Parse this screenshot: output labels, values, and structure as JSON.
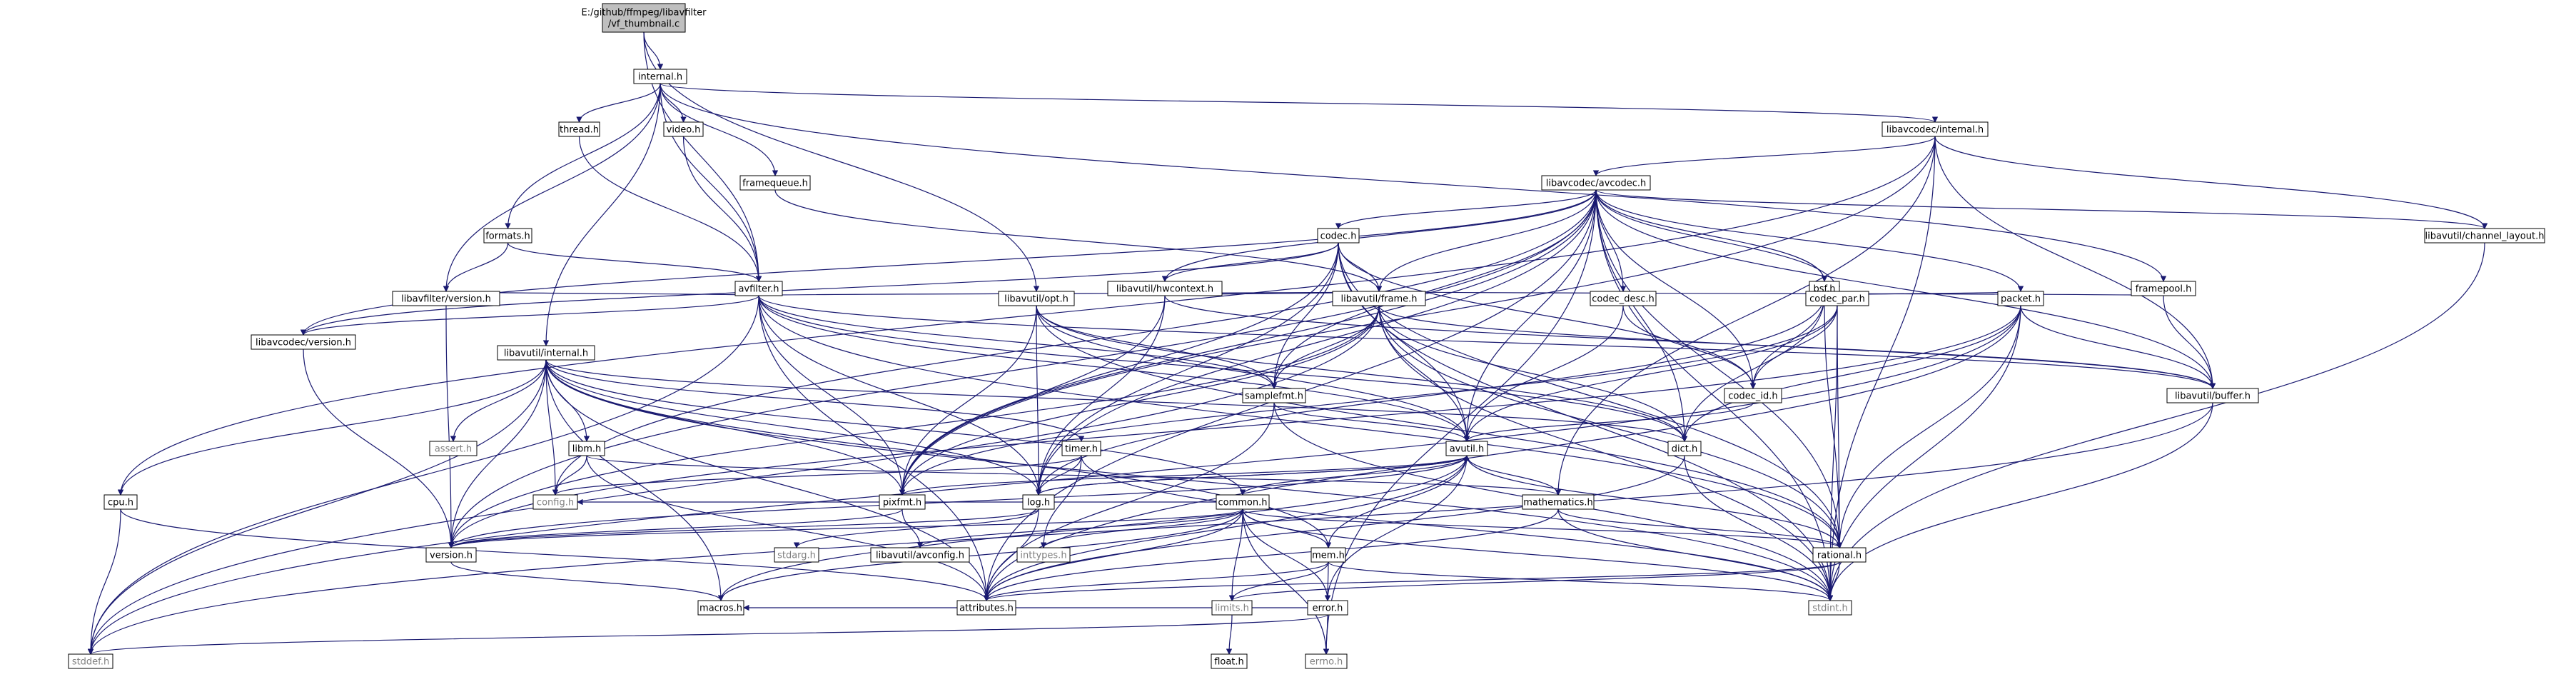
{
  "colors": {
    "edge": "#191970",
    "node_fill": "#ffffff",
    "node_stroke": "#000000",
    "node_text": "#000000",
    "root_fill": "#bfbfbf",
    "grey_stroke": "#bfbfbf",
    "grey_text": "#808080",
    "red_stroke": "#ff0000"
  },
  "nodes": [
    {
      "id": "root",
      "label": "E:/github/ffmpeg/libavfilter\n/vf_thumbnail.c",
      "style": "root"
    },
    {
      "id": "internal_h",
      "label": "internal.h",
      "style": "normal"
    },
    {
      "id": "thread_h",
      "label": "thread.h",
      "style": "normal"
    },
    {
      "id": "video_h",
      "label": "video.h",
      "style": "normal"
    },
    {
      "id": "framequeue_h",
      "label": "framequeue.h",
      "style": "normal"
    },
    {
      "id": "formats_h",
      "label": "formats.h",
      "style": "normal"
    },
    {
      "id": "avfilter_h",
      "label": "avfilter.h",
      "style": "normal"
    },
    {
      "id": "libavfilter_version_h",
      "label": "libavfilter/version.h",
      "style": "normal"
    },
    {
      "id": "libavcodec_internal_h",
      "label": "libavcodec/internal.h",
      "style": "normal"
    },
    {
      "id": "libavcodec_avcodec_h",
      "label": "libavcodec/avcodec.h",
      "style": "normal"
    },
    {
      "id": "codec_h",
      "label": "codec.h",
      "style": "normal"
    },
    {
      "id": "libavutil_hwcontext_h",
      "label": "libavutil/hwcontext.h",
      "style": "normal"
    },
    {
      "id": "libavutil_channel_layout_h",
      "label": "libavutil/channel_layout.h",
      "style": "normal"
    },
    {
      "id": "framepool_h",
      "label": "framepool.h",
      "style": "normal"
    },
    {
      "id": "bsf_h",
      "label": "bsf.h",
      "style": "normal"
    },
    {
      "id": "libavutil_opt_h",
      "label": "libavutil/opt.h",
      "style": "normal"
    },
    {
      "id": "libavutil_frame_h",
      "label": "libavutil/frame.h",
      "style": "normal"
    },
    {
      "id": "codec_desc_h",
      "label": "codec_desc.h",
      "style": "normal"
    },
    {
      "id": "codec_par_h",
      "label": "codec_par.h",
      "style": "normal"
    },
    {
      "id": "packet_h",
      "label": "packet.h",
      "style": "normal"
    },
    {
      "id": "libavcodec_version_h",
      "label": "libavcodec/version.h",
      "style": "normal"
    },
    {
      "id": "libavutil_internal_h",
      "label": "libavutil/internal.h",
      "style": "normal"
    },
    {
      "id": "samplefmt_h",
      "label": "samplefmt.h",
      "style": "normal"
    },
    {
      "id": "codec_id_h",
      "label": "codec_id.h",
      "style": "normal"
    },
    {
      "id": "libavutil_buffer_h",
      "label": "libavutil/buffer.h",
      "style": "normal"
    },
    {
      "id": "assert_h",
      "label": "assert.h",
      "style": "grey"
    },
    {
      "id": "libm_h",
      "label": "libm.h",
      "style": "red"
    },
    {
      "id": "timer_h",
      "label": "timer.h",
      "style": "red"
    },
    {
      "id": "avutil_h",
      "label": "avutil.h",
      "style": "normal"
    },
    {
      "id": "dict_h",
      "label": "dict.h",
      "style": "normal"
    },
    {
      "id": "cpu_h",
      "label": "cpu.h",
      "style": "normal"
    },
    {
      "id": "config_h",
      "label": "config.h",
      "style": "grey"
    },
    {
      "id": "pixfmt_h",
      "label": "pixfmt.h",
      "style": "normal"
    },
    {
      "id": "log_h",
      "label": "log.h",
      "style": "normal"
    },
    {
      "id": "common_h",
      "label": "common.h",
      "style": "red"
    },
    {
      "id": "mathematics_h",
      "label": "mathematics.h",
      "style": "red"
    },
    {
      "id": "version_h",
      "label": "version.h",
      "style": "normal"
    },
    {
      "id": "stdarg_h",
      "label": "stdarg.h",
      "style": "grey"
    },
    {
      "id": "libavutil_avconfig_h",
      "label": "libavutil/avconfig.h",
      "style": "normal"
    },
    {
      "id": "inttypes_h",
      "label": "inttypes.h",
      "style": "grey"
    },
    {
      "id": "mem_h",
      "label": "mem.h",
      "style": "normal"
    },
    {
      "id": "rational_h",
      "label": "rational.h",
      "style": "normal"
    },
    {
      "id": "macros_h",
      "label": "macros.h",
      "style": "normal"
    },
    {
      "id": "attributes_h",
      "label": "attributes.h",
      "style": "normal"
    },
    {
      "id": "limits_h",
      "label": "limits.h",
      "style": "grey"
    },
    {
      "id": "error_h",
      "label": "error.h",
      "style": "normal"
    },
    {
      "id": "stdint_h",
      "label": "stdint.h",
      "style": "grey"
    },
    {
      "id": "stddef_h",
      "label": "stddef.h",
      "style": "grey"
    },
    {
      "id": "float_h",
      "label": "float.h",
      "style": "normal"
    },
    {
      "id": "errno_h",
      "label": "errno.h",
      "style": "grey"
    }
  ],
  "edges": [
    [
      "root",
      "internal_h"
    ],
    [
      "root",
      "avfilter_h"
    ],
    [
      "root",
      "libavutil_opt_h"
    ],
    [
      "internal_h",
      "thread_h"
    ],
    [
      "internal_h",
      "video_h"
    ],
    [
      "internal_h",
      "framequeue_h"
    ],
    [
      "internal_h",
      "formats_h"
    ],
    [
      "internal_h",
      "avfilter_h"
    ],
    [
      "internal_h",
      "libavfilter_version_h"
    ],
    [
      "internal_h",
      "libavcodec_internal_h"
    ],
    [
      "internal_h",
      "libavutil_internal_h"
    ],
    [
      "internal_h",
      "framepool_h"
    ],
    [
      "thread_h",
      "avfilter_h"
    ],
    [
      "video_h",
      "avfilter_h"
    ],
    [
      "framequeue_h",
      "libavutil_frame_h"
    ],
    [
      "formats_h",
      "avfilter_h"
    ],
    [
      "formats_h",
      "libavfilter_version_h"
    ],
    [
      "avfilter_h",
      "libavfilter_version_h"
    ],
    [
      "avfilter_h",
      "libavcodec_version_h"
    ],
    [
      "avfilter_h",
      "libavutil_frame_h"
    ],
    [
      "avfilter_h",
      "samplefmt_h"
    ],
    [
      "avfilter_h",
      "dict_h"
    ],
    [
      "avfilter_h",
      "avutil_h"
    ],
    [
      "avfilter_h",
      "pixfmt_h"
    ],
    [
      "avfilter_h",
      "log_h"
    ],
    [
      "avfilter_h",
      "rational_h"
    ],
    [
      "avfilter_h",
      "attributes_h"
    ],
    [
      "avfilter_h",
      "stddef_h"
    ],
    [
      "avfilter_h",
      "libavutil_buffer_h"
    ],
    [
      "libavfilter_version_h",
      "version_h"
    ],
    [
      "libavcodec_internal_h",
      "libavcodec_avcodec_h"
    ],
    [
      "libavcodec_internal_h",
      "libavutil_buffer_h"
    ],
    [
      "libavcodec_internal_h",
      "libavutil_channel_layout_h"
    ],
    [
      "libavcodec_internal_h",
      "mathematics_h"
    ],
    [
      "libavcodec_internal_h",
      "pixfmt_h"
    ],
    [
      "libavcodec_internal_h",
      "cpu_h"
    ],
    [
      "libavcodec_internal_h",
      "stdint_h"
    ],
    [
      "libavcodec_avcodec_h",
      "codec_h"
    ],
    [
      "libavcodec_avcodec_h",
      "libavutil_hwcontext_h"
    ],
    [
      "libavcodec_avcodec_h",
      "libavutil_channel_layout_h"
    ],
    [
      "libavcodec_avcodec_h",
      "bsf_h"
    ],
    [
      "libavcodec_avcodec_h",
      "libavutil_frame_h"
    ],
    [
      "libavcodec_avcodec_h",
      "codec_desc_h"
    ],
    [
      "libavcodec_avcodec_h",
      "codec_par_h"
    ],
    [
      "libavcodec_avcodec_h",
      "packet_h"
    ],
    [
      "libavcodec_avcodec_h",
      "libavcodec_version_h"
    ],
    [
      "libavcodec_avcodec_h",
      "samplefmt_h"
    ],
    [
      "libavcodec_avcodec_h",
      "codec_id_h"
    ],
    [
      "libavcodec_avcodec_h",
      "avutil_h"
    ],
    [
      "libavcodec_avcodec_h",
      "dict_h"
    ],
    [
      "libavcodec_avcodec_h",
      "pixfmt_h"
    ],
    [
      "libavcodec_avcodec_h",
      "log_h"
    ],
    [
      "libavcodec_avcodec_h",
      "rational_h"
    ],
    [
      "libavcodec_avcodec_h",
      "attributes_h"
    ],
    [
      "libavcodec_avcodec_h",
      "libavutil_buffer_h"
    ],
    [
      "libavcodec_avcodec_h",
      "errno_h"
    ],
    [
      "libavcodec_avcodec_h",
      "stdint_h"
    ],
    [
      "libavcodec_avcodec_h",
      "config_h"
    ],
    [
      "libavcodec_avcodec_h",
      "version_h"
    ],
    [
      "codec_h",
      "libavutil_hwcontext_h"
    ],
    [
      "codec_h",
      "libavutil_frame_h"
    ],
    [
      "codec_h",
      "samplefmt_h"
    ],
    [
      "codec_h",
      "codec_id_h"
    ],
    [
      "codec_h",
      "avutil_h"
    ],
    [
      "codec_h",
      "log_h"
    ],
    [
      "codec_h",
      "pixfmt_h"
    ],
    [
      "codec_h",
      "rational_h"
    ],
    [
      "codec_h",
      "stdint_h"
    ],
    [
      "codec_h",
      "libavcodec_version_h"
    ],
    [
      "libavutil_hwcontext_h",
      "libavutil_buffer_h"
    ],
    [
      "libavutil_hwcontext_h",
      "libavutil_frame_h"
    ],
    [
      "libavutil_hwcontext_h",
      "log_h"
    ],
    [
      "libavutil_hwcontext_h",
      "pixfmt_h"
    ],
    [
      "libavutil_channel_layout_h",
      "stdint_h"
    ],
    [
      "framepool_h",
      "libavutil_buffer_h"
    ],
    [
      "framepool_h",
      "libavutil_frame_h"
    ],
    [
      "bsf_h",
      "codec_id_h"
    ],
    [
      "bsf_h",
      "codec_par_h"
    ],
    [
      "bsf_h",
      "packet_h"
    ],
    [
      "bsf_h",
      "dict_h"
    ],
    [
      "bsf_h",
      "log_h"
    ],
    [
      "bsf_h",
      "rational_h"
    ],
    [
      "libavutil_opt_h",
      "samplefmt_h"
    ],
    [
      "libavutil_opt_h",
      "dict_h"
    ],
    [
      "libavutil_opt_h",
      "avutil_h"
    ],
    [
      "libavutil_opt_h",
      "pixfmt_h"
    ],
    [
      "libavutil_opt_h",
      "log_h"
    ],
    [
      "libavutil_opt_h",
      "rational_h"
    ],
    [
      "libavutil_frame_h",
      "samplefmt_h"
    ],
    [
      "libavutil_frame_h",
      "dict_h"
    ],
    [
      "libavutil_frame_h",
      "avutil_h"
    ],
    [
      "libavutil_frame_h",
      "pixfmt_h"
    ],
    [
      "libavutil_frame_h",
      "rational_h"
    ],
    [
      "libavutil_frame_h",
      "libavutil_buffer_h"
    ],
    [
      "libavutil_frame_h",
      "stdint_h"
    ],
    [
      "libavutil_frame_h",
      "stddef_h"
    ],
    [
      "libavutil_frame_h",
      "version_h"
    ],
    [
      "codec_desc_h",
      "avutil_h"
    ],
    [
      "codec_desc_h",
      "codec_id_h"
    ],
    [
      "codec_par_h",
      "codec_id_h"
    ],
    [
      "codec_par_h",
      "avutil_h"
    ],
    [
      "codec_par_h",
      "rational_h"
    ],
    [
      "codec_par_h",
      "pixfmt_h"
    ],
    [
      "codec_par_h",
      "stdint_h"
    ],
    [
      "packet_h",
      "libavutil_buffer_h"
    ],
    [
      "packet_h",
      "attributes_h"
    ],
    [
      "packet_h",
      "dict_h"
    ],
    [
      "packet_h",
      "rational_h"
    ],
    [
      "packet_h",
      "stddef_h"
    ],
    [
      "packet_h",
      "stdint_h"
    ],
    [
      "packet_h",
      "version_h"
    ],
    [
      "libavcodec_version_h",
      "version_h"
    ],
    [
      "libavutil_internal_h",
      "assert_h"
    ],
    [
      "libavutil_internal_h",
      "libm_h"
    ],
    [
      "libavutil_internal_h",
      "timer_h"
    ],
    [
      "libavutil_internal_h",
      "config_h"
    ],
    [
      "libavutil_internal_h",
      "cpu_h"
    ],
    [
      "libavutil_internal_h",
      "pixfmt_h"
    ],
    [
      "libavutil_internal_h",
      "dict_h"
    ],
    [
      "libavutil_internal_h",
      "macros_h"
    ],
    [
      "libavutil_internal_h",
      "attributes_h"
    ],
    [
      "libavutil_internal_h",
      "version_h"
    ],
    [
      "libavutil_internal_h",
      "stddef_h"
    ],
    [
      "libavutil_internal_h",
      "stdint_h"
    ],
    [
      "libavutil_internal_h",
      "common_h"
    ],
    [
      "libavutil_internal_h",
      "mem_h"
    ],
    [
      "libavutil_internal_h",
      "log_h"
    ],
    [
      "samplefmt_h",
      "avutil_h"
    ],
    [
      "samplefmt_h",
      "attributes_h"
    ],
    [
      "samplefmt_h",
      "stdint_h"
    ],
    [
      "codec_id_h",
      "avutil_h"
    ],
    [
      "libavutil_buffer_h",
      "stdint_h"
    ],
    [
      "libavutil_buffer_h",
      "stddef_h"
    ],
    [
      "libm_h",
      "config_h"
    ],
    [
      "libm_h",
      "attributes_h"
    ],
    [
      "libm_h",
      "mathematics_h"
    ],
    [
      "timer_h",
      "config_h"
    ],
    [
      "timer_h",
      "log_h"
    ],
    [
      "timer_h",
      "inttypes_h"
    ],
    [
      "timer_h",
      "stdint_h"
    ],
    [
      "avutil_h",
      "common_h"
    ],
    [
      "avutil_h",
      "error_h"
    ],
    [
      "avutil_h",
      "version_h"
    ],
    [
      "avutil_h",
      "macros_h"
    ],
    [
      "avutil_h",
      "mathematics_h"
    ],
    [
      "avutil_h",
      "rational_h"
    ],
    [
      "avutil_h",
      "log_h"
    ],
    [
      "avutil_h",
      "pixfmt_h"
    ],
    [
      "avutil_h",
      "attributes_h"
    ],
    [
      "dict_h",
      "stdint_h"
    ],
    [
      "dict_h",
      "attributes_h"
    ],
    [
      "cpu_h",
      "stddef_h"
    ],
    [
      "cpu_h",
      "attributes_h"
    ],
    [
      "pixfmt_h",
      "libavutil_avconfig_h"
    ],
    [
      "pixfmt_h",
      "version_h"
    ],
    [
      "log_h",
      "stdarg_h"
    ],
    [
      "log_h",
      "avutil_h"
    ],
    [
      "log_h",
      "attributes_h"
    ],
    [
      "log_h",
      "version_h"
    ],
    [
      "common_h",
      "attributes_h"
    ],
    [
      "common_h",
      "macros_h"
    ],
    [
      "common_h",
      "version_h"
    ],
    [
      "common_h",
      "libavutil_avconfig_h"
    ],
    [
      "common_h",
      "errno_h"
    ],
    [
      "common_h",
      "inttypes_h"
    ],
    [
      "common_h",
      "limits_h"
    ],
    [
      "common_h",
      "stdint_h"
    ],
    [
      "common_h",
      "mem_h"
    ],
    [
      "common_h",
      "error_h"
    ],
    [
      "common_h",
      "config_h"
    ],
    [
      "common_h",
      "rational_h"
    ],
    [
      "mathematics_h",
      "rational_h"
    ],
    [
      "mathematics_h",
      "attributes_h"
    ],
    [
      "mathematics_h",
      "stdint_h"
    ],
    [
      "version_h",
      "macros_h"
    ],
    [
      "mem_h",
      "attributes_h"
    ],
    [
      "mem_h",
      "error_h"
    ],
    [
      "mem_h",
      "limits_h"
    ],
    [
      "mem_h",
      "stdint_h"
    ],
    [
      "mem_h",
      "avutil_h"
    ],
    [
      "rational_h",
      "attributes_h"
    ],
    [
      "rational_h",
      "limits_h"
    ],
    [
      "rational_h",
      "stdint_h"
    ],
    [
      "limits_h",
      "float_h"
    ],
    [
      "error_h",
      "errno_h"
    ],
    [
      "error_h",
      "stddef_h"
    ],
    [
      "error_h",
      "macros_h"
    ]
  ]
}
